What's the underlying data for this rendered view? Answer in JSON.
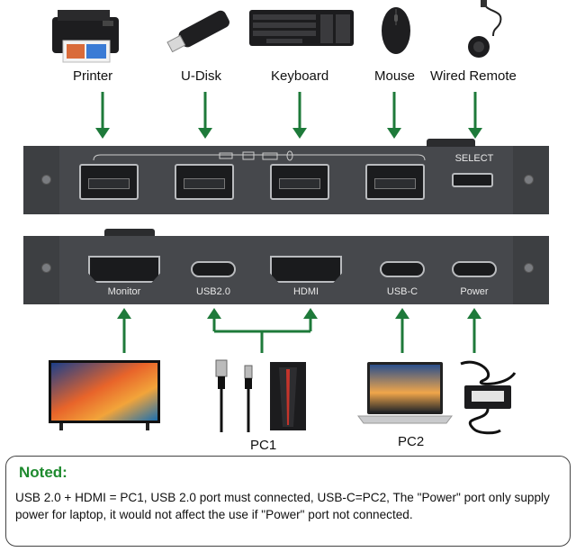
{
  "devices_top": {
    "printer": "Printer",
    "udisk": "U-Disk",
    "keyboard": "Keyboard",
    "mouse": "Mouse",
    "wired_remote": "Wired Remote"
  },
  "top_panel": {
    "select_label": "SELECT"
  },
  "bottom_panel": {
    "ports": [
      "Monitor",
      "USB2.0",
      "HDMI",
      "USB-C",
      "Power"
    ]
  },
  "devices_bottom": {
    "pc1": "PC1",
    "pc2": "PC2"
  },
  "note": {
    "title": "Noted:",
    "text": "USB 2.0 + HDMI = PC1, USB 2.0 port must connected, USB-C=PC2, The \"Power\" port only supply power for laptop, it would not affect the use if \"Power\" port not connected."
  },
  "colors": {
    "arrow": "#1e7a3a",
    "note_title": "#1e8a2e",
    "panel": "#3d3f42"
  }
}
